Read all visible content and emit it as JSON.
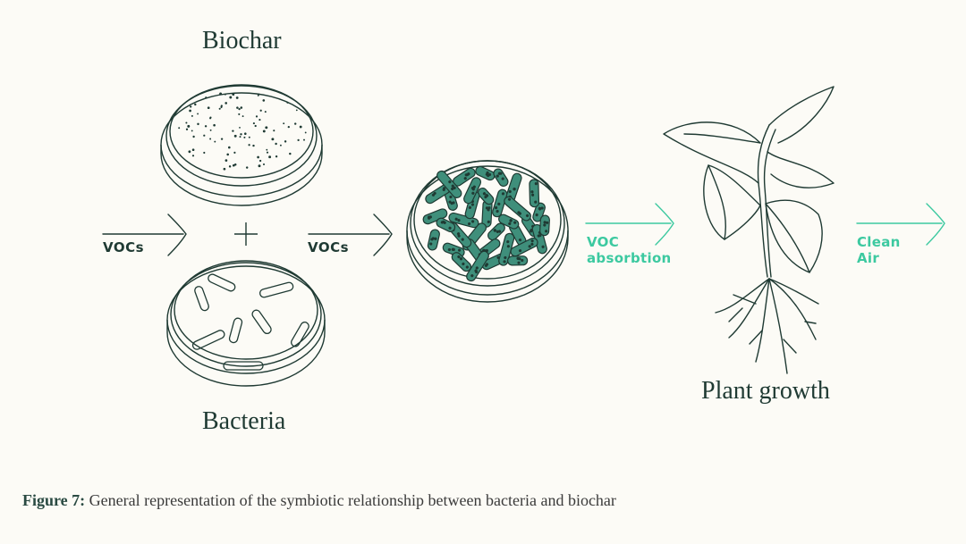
{
  "labels": {
    "biochar": "Biochar",
    "bacteria": "Bacteria",
    "plant_growth": "Plant growth",
    "plus": "+",
    "vocs_left": "VOCs",
    "vocs_mid": "VOCs",
    "voc_absorption_1": "VOC",
    "voc_absorption_2": "absorbtion",
    "clean_air_1": "Clean",
    "clean_air_2": "Air"
  },
  "caption": {
    "prefix": "Figure 7:",
    "text": " General representation of the symbiotic relationship between bacteria and biochar"
  },
  "colors": {
    "ink": "#1f3a33",
    "teal_accent": "#3cc9a0",
    "bacteria_fill": "#3f8f7b",
    "background": "#fcfbf6"
  },
  "icons": [
    "petri-dish-biochar-icon",
    "petri-dish-bacteria-icon",
    "petri-dish-combined-icon",
    "plant-icon",
    "arrow-icon"
  ]
}
